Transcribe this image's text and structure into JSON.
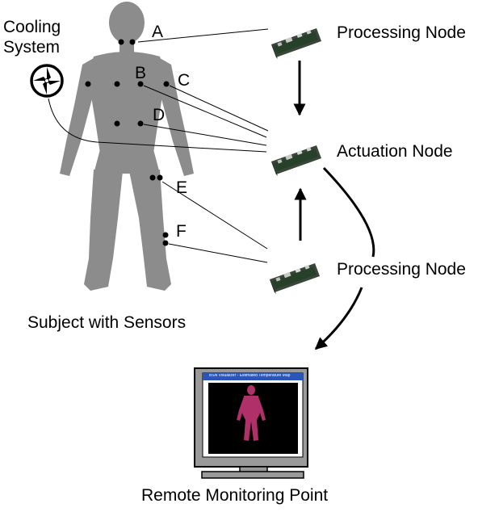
{
  "labels": {
    "cooling_line1": "Cooling",
    "cooling_line2": "System",
    "subject": "Subject with Sensors",
    "processing_top": "Processing Node",
    "actuation": "Actuation Node",
    "processing_bottom": "Processing Node",
    "remote": "Remote Monitoring Point"
  },
  "sensors": {
    "A": "A",
    "B": "B",
    "C": "C",
    "D": "D",
    "E": "E",
    "F": "F"
  },
  "monitor": {
    "window_title": "BSN Visualizer - Estimated Temperature Map"
  },
  "colors": {
    "body": "#8c8c8c",
    "monitor_screen": "#000000",
    "monitor_frame": "#9a9a9a",
    "window_title_bar": "#2b55b6",
    "heat_figure": "#b0306a"
  }
}
